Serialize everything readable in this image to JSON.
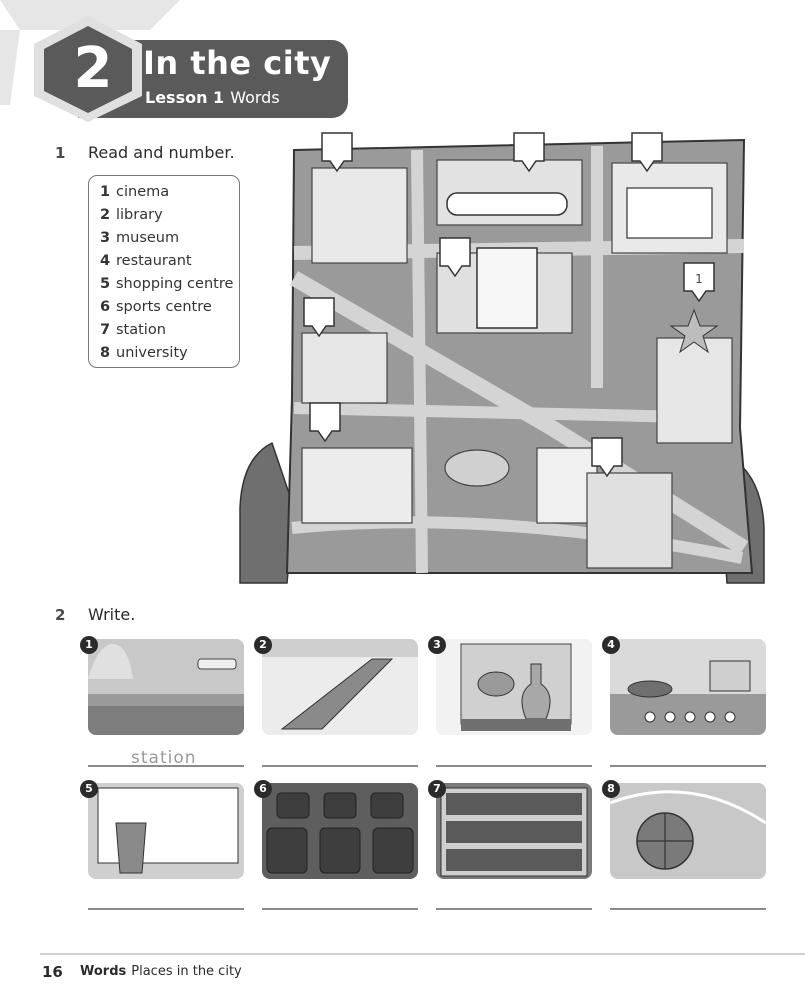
{
  "header": {
    "unit_number": "2",
    "title": "In the city",
    "lesson_label": "Lesson 1",
    "lesson_name": "Words"
  },
  "exercise1": {
    "number": "1",
    "instruction": "Read and number.",
    "words": [
      {
        "num": "1",
        "word": "cinema"
      },
      {
        "num": "2",
        "word": "library"
      },
      {
        "num": "3",
        "word": "museum"
      },
      {
        "num": "4",
        "word": "restaurant"
      },
      {
        "num": "5",
        "word": "shopping centre"
      },
      {
        "num": "6",
        "word": "sports centre"
      },
      {
        "num": "7",
        "word": "station"
      },
      {
        "num": "8",
        "word": "university"
      }
    ],
    "map_example_answer": "1"
  },
  "exercise2": {
    "number": "2",
    "instruction": "Write.",
    "pictures": [
      {
        "num": "1",
        "icon": "station-platform-icon"
      },
      {
        "num": "2",
        "icon": "escalator-icon"
      },
      {
        "num": "3",
        "icon": "museum-display-icon"
      },
      {
        "num": "4",
        "icon": "kitchen-stove-icon"
      },
      {
        "num": "5",
        "icon": "lecture-podium-icon"
      },
      {
        "num": "6",
        "icon": "cinema-seats-icon"
      },
      {
        "num": "7",
        "icon": "bookshelf-icon"
      },
      {
        "num": "8",
        "icon": "basketball-icon"
      }
    ],
    "example_answer": "station"
  },
  "footer": {
    "page_number": "16",
    "section": "Words",
    "topic": "Places in the city"
  },
  "colors": {
    "banner": "#5a5a5a",
    "hex_outer": "#d9d9d9",
    "text": "#2b2b2b"
  }
}
